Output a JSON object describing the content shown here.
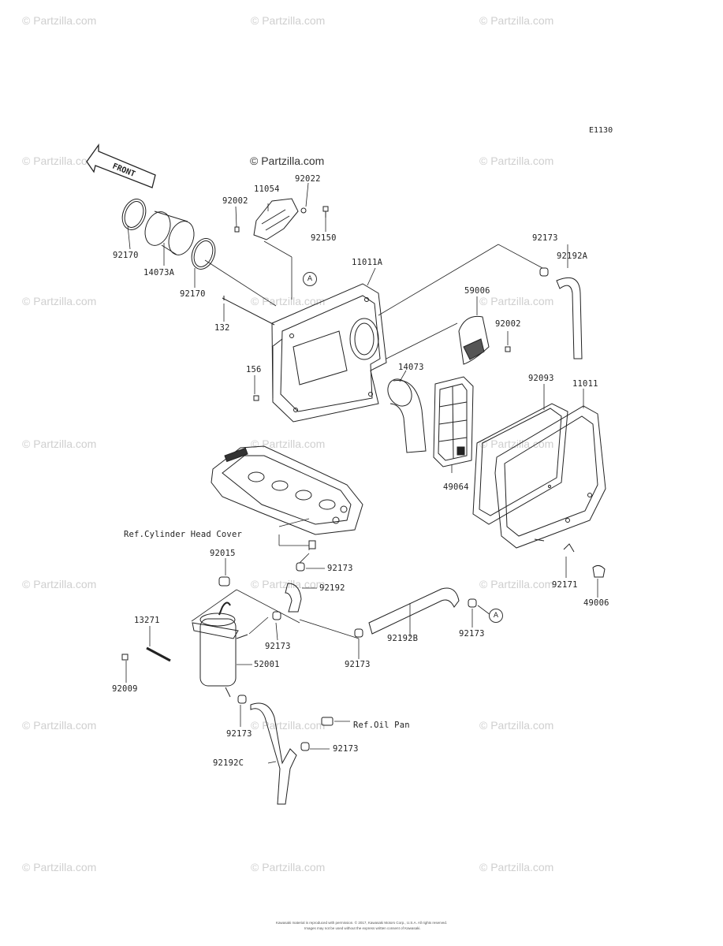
{
  "diagram": {
    "code": "E1130",
    "brand": "© Partzilla.com",
    "watermark": "© Partzilla.com",
    "front_label": "FRONT",
    "callout_a": "A",
    "footer_line1": "Kawasaki material is reproduced with permission. © 2017, Kawasaki Motors Corp., U.S.A. All rights reserved.",
    "footer_line2": "Images may not be used without the express written consent of Kawasaki.",
    "labels": {
      "p11054": "11054",
      "p92022": "92022",
      "p92002a": "92002",
      "p92150": "92150",
      "p92170a": "92170",
      "p14073A": "14073A",
      "p92170b": "92170",
      "p132": "132",
      "p11011A": "11011A",
      "p156": "156",
      "p92173a": "92173",
      "p92192A": "92192A",
      "p59006": "59006",
      "p92002b": "92002",
      "p14073": "14073",
      "p92093": "92093",
      "p11011": "11011",
      "p49064": "49064",
      "refCyl": "Ref.Cylinder Head Cover",
      "p92015": "92015",
      "p92173b": "92173",
      "p92192": "92192",
      "p92171": "92171",
      "p49006": "49006",
      "p13271": "13271",
      "p92173c": "92173",
      "p92192B": "92192B",
      "p92173d": "92173",
      "p52001": "52001",
      "p92173e": "92173",
      "p92009": "92009",
      "p92173f": "92173",
      "refOil": "Ref.Oil Pan",
      "p92173g": "92173",
      "p92192C": "92192C"
    }
  }
}
